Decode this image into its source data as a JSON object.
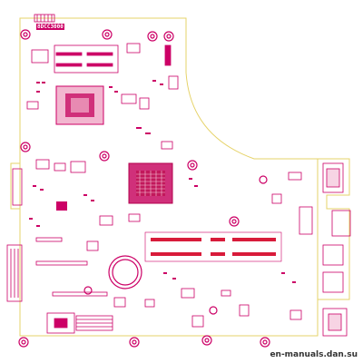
{
  "diagram": {
    "kind": "pcb-component-placement",
    "colors": {
      "outline": "#e6d36a",
      "part": "#cc0066",
      "part_dark": "#b3004d",
      "chip": "#d0307a",
      "trace": "#e0e0ff",
      "background": "#ffffff"
    }
  },
  "labels": {
    "top_ref": "8DCC3000",
    "watermark": "en-manuals.dan.su"
  }
}
